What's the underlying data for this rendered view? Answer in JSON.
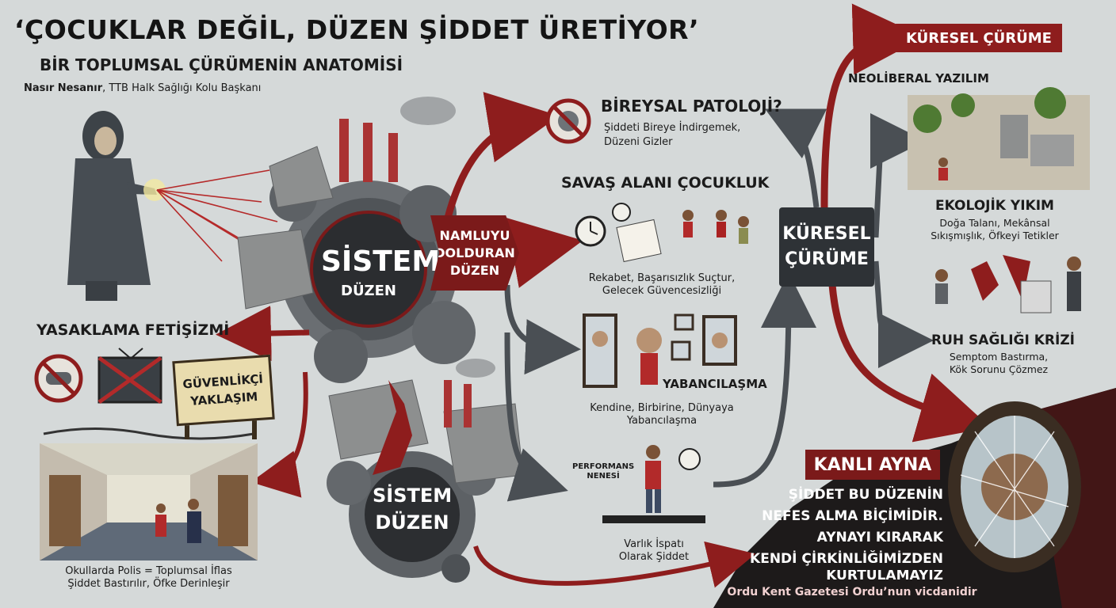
{
  "header": {
    "title": "‘ÇOCUKLAR DEĞİL, DÜZEN ŞİDDET ÜRETİYOR’",
    "subtitle": "BİR TOPLUMSAL ÇÜRÜMENİN ANATOMİSİ",
    "author_name": "Nasır Nesanır",
    "author_role": ", TTB Halk Sağlığı Kolu Başkanı"
  },
  "center": {
    "sistem_top": "SİSTEM",
    "duzen_top": "DÜZEN",
    "sistem_bottom": "SİSTEM",
    "duzen_bottom": "DÜZEN",
    "namlu_line1": "NAMLUYU",
    "namlu_line2": "DOLDURAN",
    "namlu_line3": "DÜZEN"
  },
  "left": {
    "yasaklama_heading": "YASAKLAMA FETİŞİZMİ",
    "guvenlik_line1": "GÜVENLİKÇİ",
    "guvenlik_line2": "YAKLAŞIM",
    "school_caption_1": "Okullarda Polis = Toplumsal İflas",
    "school_caption_2": "Şiddet Bastırılır, Öfke Derinleşir"
  },
  "middle": {
    "bireysal_heading": "BİREYSAL PATOLOJİ?",
    "bireysal_desc_1": "Şiddeti Bireye İndirgemek,",
    "bireysal_desc_2": "Düzeni Gizler",
    "savas_heading": "SAVAŞ ALANI ÇOCUKLUK",
    "savas_desc_1": "Rekabet, Başarısızlık Suçtur,",
    "savas_desc_2": "Gelecek Güvencesizliği",
    "yabanci_heading": "YABANCILAŞMA",
    "yabanci_desc_1": "Kendine, Birbirine, Dünyaya",
    "yabanci_desc_2": "Yabancılaşma",
    "performans_label_1": "PERFORMANS",
    "performans_label_2": "NENESİ",
    "varlik_1": "Varlık İspatı",
    "varlik_2": "Olarak Şiddet"
  },
  "right": {
    "badge": "KÜRESEL ÇÜRÜME",
    "box_line1": "KÜRESEL",
    "box_line2": "ÇÜRÜME",
    "neoliberal": "NEOLİBERAL YAZILIM",
    "ekolojik_heading": "EKOLOJİK YIKIM",
    "ekolojik_desc_1": "Doğa Talanı, Mekânsal",
    "ekolojik_desc_2": "Sıkışmışlık, Öfkeyi Tetikler",
    "ruh_heading": "RUH SAĞLIĞI KRİZİ",
    "ruh_desc_1": "Semptom Bastırma,",
    "ruh_desc_2": "Kök Sorunu Çözmez"
  },
  "kanli": {
    "heading": "KANLI AYNA",
    "line1": "ŞİDDET BU DÜZENİN",
    "line2": "NEFES ALMA BİÇİMİDİR.",
    "line3": "AYNAYI KIRARAK",
    "line4": "KENDİ ÇİRKİNLİĞİMİZDEN",
    "line5": "KURTULAMAYIZ"
  },
  "footer": {
    "credit": "Ordu Kent Gazetesi Ordu’nun vicdanidir"
  },
  "colors": {
    "background": "#d5d9d9",
    "accent_red": "#8e1d1d",
    "dark": "#2e3236"
  }
}
